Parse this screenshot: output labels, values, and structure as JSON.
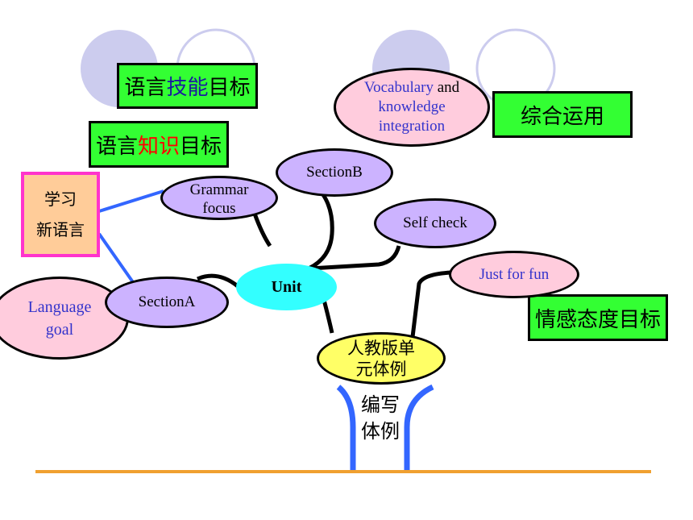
{
  "boxes": {
    "skill_goal": {
      "part1": "语言",
      "part2": "技能",
      "part3": "目标"
    },
    "knowledge_goal": {
      "part1": "语言",
      "part2": "知识",
      "part3": "目标"
    },
    "comprehensive_use": "综合运用",
    "learn_new_language": {
      "line1": "学习",
      "line2": "新语言"
    },
    "emotion_goal": "情感态度目标"
  },
  "nodes": {
    "unit": "Unit",
    "section_b": "SectionB",
    "self_check": "Self check",
    "just_for_fun": "Just for fun",
    "grammar_focus": {
      "line1": "Grammar",
      "line2": "focus"
    },
    "section_a": "SectionA",
    "language_goal": {
      "line1": "Language",
      "line2": "goal"
    },
    "vocabulary": {
      "word": "Vocabulary",
      "and": "and",
      "line2": "knowledge",
      "line3": "integration"
    },
    "pep_unit_format": {
      "line1": "人教版单",
      "line2": "元体例"
    },
    "compile_format": {
      "line1": "编写",
      "line2": "体例"
    }
  },
  "colors": {
    "green_box": "#33ff33",
    "purple_node": "#ccb3ff",
    "pink_node": "#ffccdd",
    "cyan_center": "#33ffff",
    "yellow_node": "#ffff66",
    "blue_line": "#3366ff",
    "ground_line": "#f0a030"
  }
}
